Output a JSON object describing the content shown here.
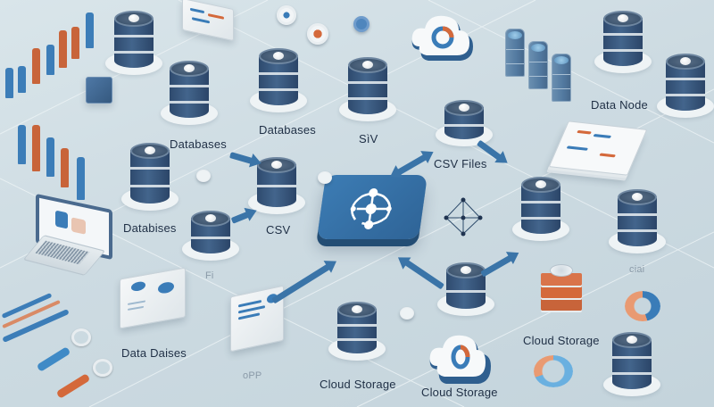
{
  "diagram": {
    "theme": "data-sources-network",
    "background_color": "#cfdde3",
    "accent_blue": "#3a74a8",
    "db_navy": "#34506f",
    "accent_orange": "#d0693b",
    "hub": {
      "icon": "network-nodes-icon"
    },
    "labels": {
      "databases_top": "Databases",
      "databases_left": "Databases",
      "databises": "Databises",
      "sv": "SìV",
      "csv": "CSV",
      "csv_files": "CSV Files",
      "data_node": "Data Node",
      "data_daises": "Data Daises",
      "cloud_storage_1": "Cloud Storage",
      "cloud_storage_2": "Cloud Storage",
      "cloud_storage_3": "Cloud Storage",
      "faint_fi": "Fi",
      "faint_opp": "οPP",
      "faint_ciaa": "ciai"
    },
    "nodes": [
      {
        "type": "database",
        "name": "db-top-left"
      },
      {
        "type": "database",
        "name": "db-top-second"
      },
      {
        "type": "database",
        "name": "db-databases"
      },
      {
        "type": "database",
        "name": "db-sv"
      },
      {
        "type": "database",
        "name": "db-left-mid"
      },
      {
        "type": "database",
        "name": "db-csv"
      },
      {
        "type": "database",
        "name": "db-databises"
      },
      {
        "type": "database",
        "name": "db-csv-files"
      },
      {
        "type": "database",
        "name": "db-right-top"
      },
      {
        "type": "database",
        "name": "db-data-node"
      },
      {
        "type": "database",
        "name": "db-right-mid-1"
      },
      {
        "type": "database",
        "name": "db-right-mid-2"
      },
      {
        "type": "database",
        "name": "db-lower-center"
      },
      {
        "type": "database",
        "name": "db-bottom-center"
      },
      {
        "type": "database",
        "name": "db-bottom-right"
      },
      {
        "type": "cloud",
        "name": "cloud-top"
      },
      {
        "type": "cloud",
        "name": "cloud-bottom"
      },
      {
        "type": "server-towers",
        "name": "server-cluster"
      },
      {
        "type": "laptop",
        "name": "laptop"
      },
      {
        "type": "bar-chart",
        "name": "bar-chart-top-left"
      },
      {
        "type": "bar-chart",
        "name": "bar-chart-left"
      }
    ]
  }
}
